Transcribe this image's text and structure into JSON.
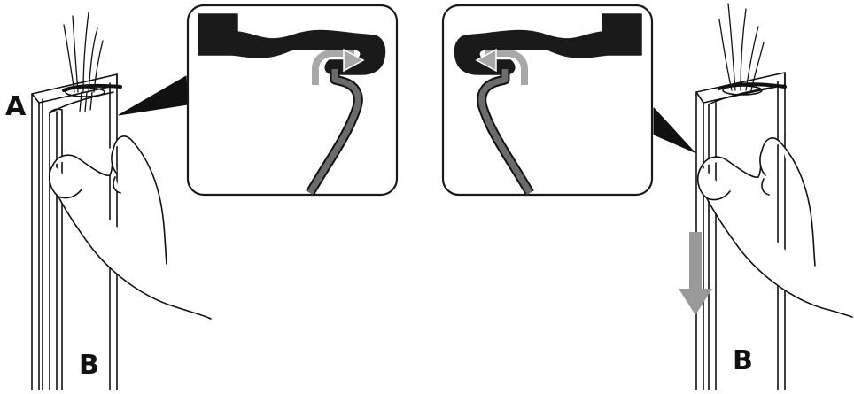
{
  "labels": {
    "a": "A",
    "b_left": "B",
    "b_right": "B"
  },
  "colors": {
    "line": "#111111",
    "black_fill": "#1a1a1a",
    "dark_gray": "#6b6b6b",
    "light_gray": "#a8a8a8",
    "arrow_gray": "#999999",
    "panel_border": "#1a1a1a",
    "background": "#ffffff"
  },
  "icons": {
    "zoom_left_arrow": "arrow-right-icon",
    "zoom_right_arrow": "arrow-left-icon",
    "slide_arrow": "arrow-down-icon"
  }
}
